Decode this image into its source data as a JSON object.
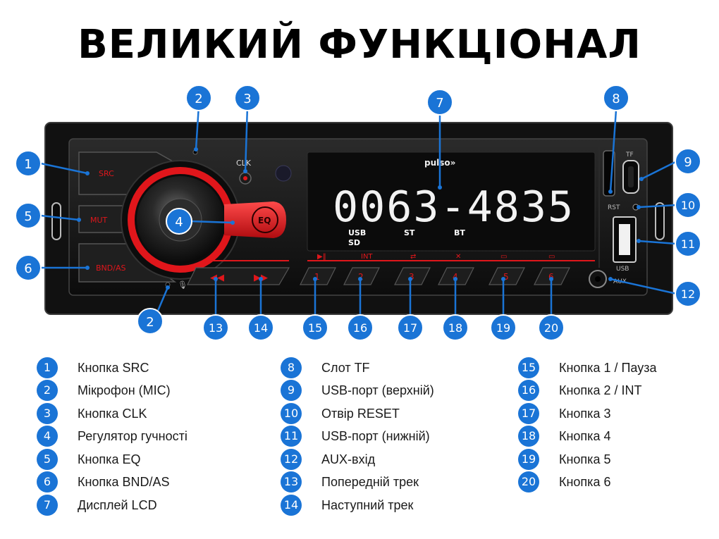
{
  "title": "ВЕЛИКИЙ ФУНКЦІОНАЛ",
  "device": {
    "brand": "pulso»",
    "display_digits": "0063-4835",
    "display_indicators": [
      "USB",
      "SD",
      "ST",
      "BT"
    ],
    "src_label": "SRC",
    "mut_label": "MUT",
    "bnd_label": "BND/AS",
    "eq_label": "EQ",
    "clk_label": "CLK",
    "tf_label": "TF",
    "rst_label": "RST",
    "usb_label": "USB",
    "aux_label": "AUX",
    "int_label": "INT",
    "preset_buttons": [
      "1",
      "2",
      "3",
      "4",
      "5",
      "6"
    ]
  },
  "callouts": [
    "1",
    "2",
    "3",
    "4",
    "5",
    "6",
    "7",
    "8",
    "9",
    "10",
    "11",
    "12",
    "13",
    "14",
    "15",
    "16",
    "17",
    "18",
    "19",
    "20"
  ],
  "legend": [
    {
      "num": "1",
      "label": "Кнопка SRC"
    },
    {
      "num": "2",
      "label": "Мікрофон (MIC)"
    },
    {
      "num": "3",
      "label": "Кнопка CLK"
    },
    {
      "num": "4",
      "label": "Регулятор гучності"
    },
    {
      "num": "5",
      "label": "Кнопка EQ"
    },
    {
      "num": "6",
      "label": "Кнопка BND/AS"
    },
    {
      "num": "7",
      "label": "Дисплей LCD"
    },
    {
      "num": "8",
      "label": "Слот TF"
    },
    {
      "num": "9",
      "label": "USB-порт (верхній)"
    },
    {
      "num": "10",
      "label": "Отвір RESET"
    },
    {
      "num": "11",
      "label": "USB-порт (нижній)"
    },
    {
      "num": "12",
      "label": "AUX-вхід"
    },
    {
      "num": "13",
      "label": "Попередній трек"
    },
    {
      "num": "14",
      "label": "Наступний трек"
    },
    {
      "num": "15",
      "label": "Кнопка 1 / Пауза"
    },
    {
      "num": "16",
      "label": "Кнопка 2 / INT"
    },
    {
      "num": "17",
      "label": "Кнопка 3"
    },
    {
      "num": "18",
      "label": "Кнопка 4"
    },
    {
      "num": "19",
      "label": "Кнопка 5"
    },
    {
      "num": "20",
      "label": "Кнопка 6"
    }
  ],
  "colors": {
    "accent_blue": "#1a74d6",
    "panel_red": "#e0161b",
    "display_text": "#f2f2f2",
    "body_dark": "#161616"
  }
}
